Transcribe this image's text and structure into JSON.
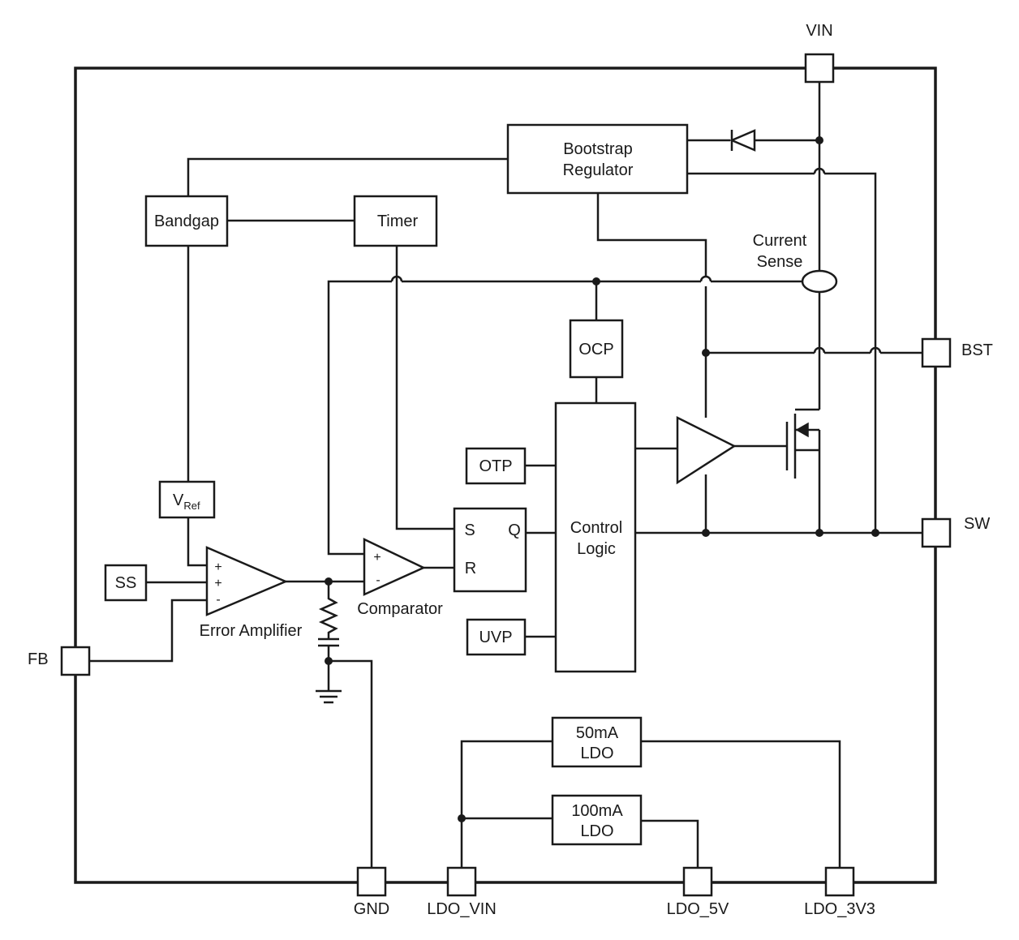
{
  "pins": {
    "vin": "VIN",
    "bst": "BST",
    "sw": "SW",
    "fb": "FB",
    "gnd": "GND",
    "ldo_vin": "LDO_VIN",
    "ldo_5v": "LDO_5V",
    "ldo_3v3": "LDO_3V3"
  },
  "blocks": {
    "bootstrap_line1": "Bootstrap",
    "bootstrap_line2": "Regulator",
    "bandgap": "Bandgap",
    "timer": "Timer",
    "current_sense_line1": "Current",
    "current_sense_line2": "Sense",
    "ocp": "OCP",
    "otp": "OTP",
    "uvp": "UVP",
    "control_logic_line1": "Control",
    "control_logic_line2": "Logic",
    "vref_main": "V",
    "vref_sub": "Ref",
    "ss": "SS",
    "error_amplifier": "Error Amplifier",
    "comparator": "Comparator",
    "latch_s": "S",
    "latch_r": "R",
    "latch_q": "Q",
    "ldo50_line1": "50mA",
    "ldo50_line2": "LDO",
    "ldo100_line1": "100mA",
    "ldo100_line2": "LDO"
  },
  "signs": {
    "ea_plus1": "+",
    "ea_plus2": "+",
    "ea_minus": "-",
    "comp_plus": "+",
    "comp_minus": "-"
  }
}
